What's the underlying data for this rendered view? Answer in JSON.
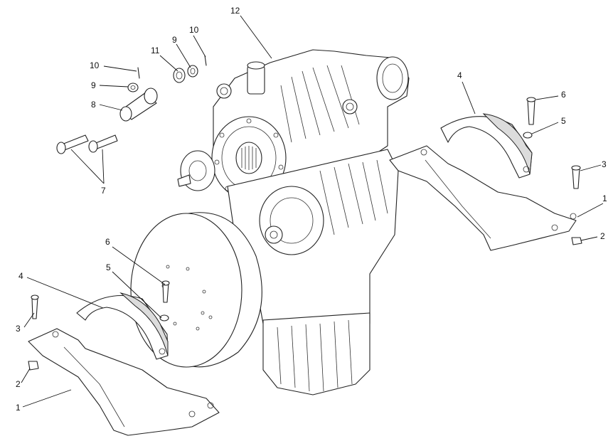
{
  "callouts": [
    {
      "id": "c12",
      "text": "12"
    },
    {
      "id": "c10a",
      "text": "10"
    },
    {
      "id": "c9a",
      "text": "9"
    },
    {
      "id": "c11",
      "text": "11"
    },
    {
      "id": "c10b",
      "text": "10"
    },
    {
      "id": "c9b",
      "text": "9"
    },
    {
      "id": "c8",
      "text": "8"
    },
    {
      "id": "c7",
      "text": "7"
    },
    {
      "id": "c4r",
      "text": "4"
    },
    {
      "id": "c6r",
      "text": "6"
    },
    {
      "id": "c5r",
      "text": "5"
    },
    {
      "id": "c3r",
      "text": "3"
    },
    {
      "id": "c1r",
      "text": "1"
    },
    {
      "id": "c2r",
      "text": "2"
    },
    {
      "id": "c6l",
      "text": "6"
    },
    {
      "id": "c5l",
      "text": "5"
    },
    {
      "id": "c4l",
      "text": "4"
    },
    {
      "id": "c3l",
      "text": "3"
    },
    {
      "id": "c2l",
      "text": "2"
    },
    {
      "id": "c1l",
      "text": "1"
    }
  ]
}
